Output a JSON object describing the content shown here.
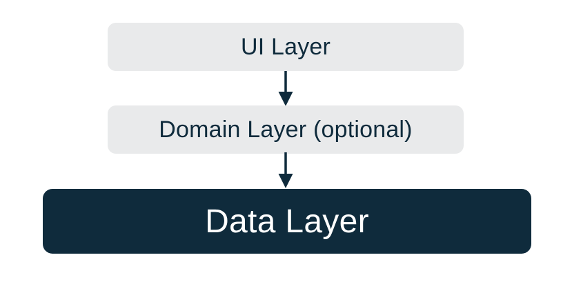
{
  "diagram": {
    "nodes": [
      {
        "id": "ui-layer",
        "label": "UI Layer"
      },
      {
        "id": "domain-layer",
        "label": "Domain Layer (optional)"
      },
      {
        "id": "data-layer",
        "label": "Data Layer"
      }
    ],
    "edges": [
      {
        "from": "ui-layer",
        "to": "domain-layer",
        "direction": "down"
      },
      {
        "from": "domain-layer",
        "to": "data-layer",
        "direction": "down"
      }
    ],
    "colors": {
      "node_light_bg": "#e9eaeb",
      "node_dark_bg": "#0f2b3c",
      "text_dark": "#0f2b3c",
      "text_light": "#ffffff",
      "arrow": "#0f2b3c",
      "background": "#ffffff"
    }
  }
}
